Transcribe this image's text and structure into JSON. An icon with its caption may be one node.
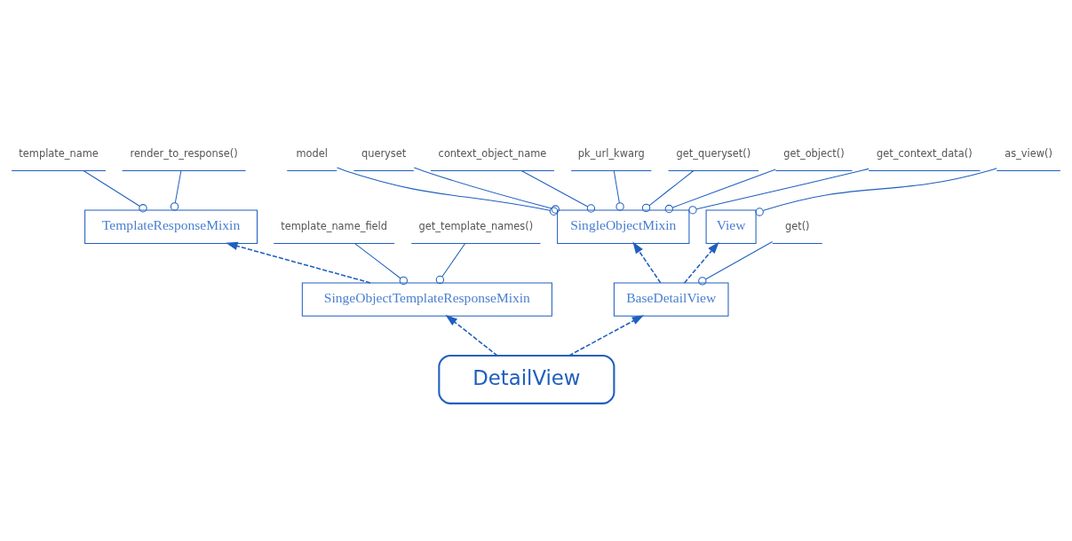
{
  "diagram": {
    "nodes": [
      {
        "text": [
          "TemplateResponseMixin"
        ]
      },
      {
        "text": [
          "template_name"
        ]
      },
      {
        "text": [
          "render_to_response()"
        ]
      },
      {
        "text": [
          "SingleObjectMixin"
        ]
      },
      {
        "text": [
          "model"
        ]
      },
      {
        "text": [
          "queryset"
        ]
      },
      {
        "text": [
          "context_object_name"
        ]
      },
      {
        "text": [
          "pk_url_kwarg"
        ]
      },
      {
        "text": [
          "get_queryset()"
        ]
      },
      {
        "text": [
          "get_object()"
        ]
      },
      {
        "text": [
          "get_context_data()"
        ]
      },
      {
        "text": [
          "View"
        ]
      },
      {
        "text": [
          "as_view()"
        ]
      },
      {
        "text": [
          "SingeObjectTemplateResponseMixin"
        ]
      },
      {
        "text": [
          "template_name_field"
        ]
      },
      {
        "text": [
          "get_template_names()"
        ]
      },
      {
        "text": [
          "BaseDetailView"
        ]
      },
      {
        "text": [
          "get()"
        ]
      },
      {
        "text": [
          "DetailView"
        ]
      }
    ],
    "edges": [
      {
        "from": 0,
        "to": 1,
        "arrow": "other"
      },
      {
        "from": 0,
        "to": 2,
        "arrow": "other"
      },
      {
        "from": 3,
        "to": 4,
        "arrow": "other"
      },
      {
        "from": 3,
        "to": 5,
        "arrow": "other"
      },
      {
        "from": 3,
        "to": 6,
        "arrow": "other"
      },
      {
        "from": 3,
        "to": 7,
        "arrow": "other"
      },
      {
        "from": 3,
        "to": 8,
        "arrow": "other"
      },
      {
        "from": 3,
        "to": 9,
        "arrow": "other"
      },
      {
        "from": 3,
        "to": 10,
        "arrow": "other"
      },
      {
        "from": 11,
        "to": 12,
        "arrow": "other"
      },
      {
        "from": 13,
        "to": 14,
        "arrow": "other"
      },
      {
        "from": 13,
        "to": 15,
        "arrow": "other"
      },
      {
        "from": 16,
        "to": 17,
        "arrow": "other"
      },
      {
        "from": 13,
        "to": 0,
        "arrow": "to",
        "style": "dashed"
      },
      {
        "from": 16,
        "to": 3,
        "arrow": "to",
        "style": "dashed"
      },
      {
        "from": 16,
        "to": 11,
        "arrow": "to",
        "style": "dashed"
      },
      {
        "from": 18,
        "to": 13,
        "arrow": "to",
        "style": "dashed"
      },
      {
        "from": 18,
        "to": 16,
        "arrow": "to",
        "style": "dashed"
      }
    ]
  }
}
